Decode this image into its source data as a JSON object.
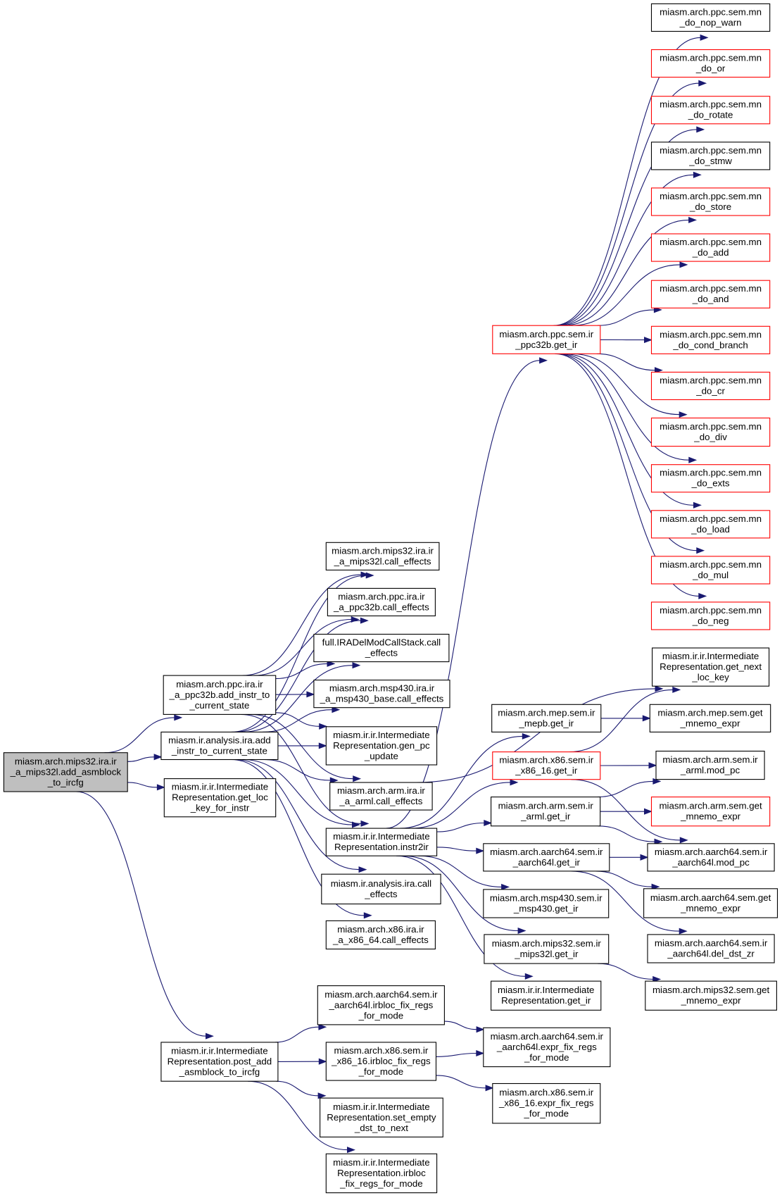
{
  "colors": {
    "edge": "#191970",
    "border": "#000000",
    "border_red": "#ff0000",
    "root_fill": "#bfbfbf"
  },
  "nodes": [
    {
      "id": "root",
      "lines": [
        "miasm.arch.mips32.ira.ir",
        "_a_mips32l.add_asmblock",
        "_to_ircfg"
      ],
      "style": "root"
    },
    {
      "id": "ppc_add",
      "lines": [
        "miasm.arch.ppc.ira.ir",
        "_a_ppc32b.add_instr_to",
        "_current_state"
      ],
      "style": "normal"
    },
    {
      "id": "ira_add",
      "lines": [
        "miasm.ir.analysis.ira.add",
        "_instr_to_current_state"
      ],
      "style": "normal"
    },
    {
      "id": "getloc",
      "lines": [
        "miasm.ir.ir.Intermediate",
        "Representation.get_loc",
        "_key_for_instr"
      ],
      "style": "normal"
    },
    {
      "id": "postadd",
      "lines": [
        "miasm.ir.ir.Intermediate",
        "Representation.post_add",
        "_asmblock_to_ircfg"
      ],
      "style": "normal"
    },
    {
      "id": "mips_ce",
      "lines": [
        "miasm.arch.mips32.ira.ir",
        "_a_mips32l.call_effects"
      ],
      "style": "normal"
    },
    {
      "id": "ppc_ce",
      "lines": [
        "miasm.arch.ppc.ira.ir",
        "_a_ppc32b.call_effects"
      ],
      "style": "normal"
    },
    {
      "id": "full_ce",
      "lines": [
        "full.IRADelModCallStack.call",
        "_effects"
      ],
      "style": "normal"
    },
    {
      "id": "msp_ce",
      "lines": [
        "miasm.arch.msp430.ira.ir",
        "_a_msp430_base.call_effects"
      ],
      "style": "normal"
    },
    {
      "id": "genpc",
      "lines": [
        "miasm.ir.ir.Intermediate",
        "Representation.gen_pc",
        "_update"
      ],
      "style": "normal"
    },
    {
      "id": "arm_ce",
      "lines": [
        "miasm.arch.arm.ira.ir",
        "_a_arml.call_effects"
      ],
      "style": "normal"
    },
    {
      "id": "instr2ir",
      "lines": [
        "miasm.ir.ir.Intermediate",
        "Representation.instr2ir"
      ],
      "style": "normal"
    },
    {
      "id": "ira_ce",
      "lines": [
        "miasm.ir.analysis.ira.call",
        "_effects"
      ],
      "style": "normal"
    },
    {
      "id": "x86_ce",
      "lines": [
        "miasm.arch.x86.ira.ir",
        "_a_x86_64.call_effects"
      ],
      "style": "normal"
    },
    {
      "id": "aarch_irb",
      "lines": [
        "miasm.arch.aarch64.sem.ir",
        "_aarch64l.irbloc_fix_regs",
        "_for_mode"
      ],
      "style": "normal"
    },
    {
      "id": "x86_irb",
      "lines": [
        "miasm.arch.x86.sem.ir",
        "_x86_16.irbloc_fix_regs",
        "_for_mode"
      ],
      "style": "normal"
    },
    {
      "id": "setempty",
      "lines": [
        "miasm.ir.ir.Intermediate",
        "Representation.set_empty",
        "_dst_to_next"
      ],
      "style": "normal"
    },
    {
      "id": "irbloc_fix",
      "lines": [
        "miasm.ir.ir.Intermediate",
        "Representation.irbloc",
        "_fix_regs_for_mode"
      ],
      "style": "normal"
    },
    {
      "id": "ppc_getir",
      "lines": [
        "miasm.arch.ppc.sem.ir",
        "_ppc32b.get_ir"
      ],
      "style": "red"
    },
    {
      "id": "mep_getir",
      "lines": [
        "miasm.arch.mep.sem.ir",
        "_mepb.get_ir"
      ],
      "style": "normal"
    },
    {
      "id": "x86_getir",
      "lines": [
        "miasm.arch.x86.sem.ir",
        "_x86_16.get_ir"
      ],
      "style": "red"
    },
    {
      "id": "arm_getir",
      "lines": [
        "miasm.arch.arm.sem.ir",
        "_arml.get_ir"
      ],
      "style": "normal"
    },
    {
      "id": "aarch_getir",
      "lines": [
        "miasm.arch.aarch64.sem.ir",
        "_aarch64l.get_ir"
      ],
      "style": "normal"
    },
    {
      "id": "msp_getir",
      "lines": [
        "miasm.arch.msp430.sem.ir",
        "_msp430.get_ir"
      ],
      "style": "normal"
    },
    {
      "id": "mips_getir",
      "lines": [
        "miasm.arch.mips32.sem.ir",
        "_mips32l.get_ir"
      ],
      "style": "normal"
    },
    {
      "id": "ir_getir",
      "lines": [
        "miasm.ir.ir.Intermediate",
        "Representation.get_ir"
      ],
      "style": "normal"
    },
    {
      "id": "aarch_expr",
      "lines": [
        "miasm.arch.aarch64.sem.ir",
        "_aarch64l.expr_fix_regs",
        "_for_mode"
      ],
      "style": "normal"
    },
    {
      "id": "x86_expr",
      "lines": [
        "miasm.arch.x86.sem.ir",
        "_x86_16.expr_fix_regs",
        "_for_mode"
      ],
      "style": "normal"
    },
    {
      "id": "nop_warn",
      "lines": [
        "miasm.arch.ppc.sem.mn",
        "_do_nop_warn"
      ],
      "style": "normal"
    },
    {
      "id": "do_or",
      "lines": [
        "miasm.arch.ppc.sem.mn",
        "_do_or"
      ],
      "style": "red"
    },
    {
      "id": "do_rotate",
      "lines": [
        "miasm.arch.ppc.sem.mn",
        "_do_rotate"
      ],
      "style": "red"
    },
    {
      "id": "do_stmw",
      "lines": [
        "miasm.arch.ppc.sem.mn",
        "_do_stmw"
      ],
      "style": "normal"
    },
    {
      "id": "do_store",
      "lines": [
        "miasm.arch.ppc.sem.mn",
        "_do_store"
      ],
      "style": "red"
    },
    {
      "id": "do_add",
      "lines": [
        "miasm.arch.ppc.sem.mn",
        "_do_add"
      ],
      "style": "red"
    },
    {
      "id": "do_and",
      "lines": [
        "miasm.arch.ppc.sem.mn",
        "_do_and"
      ],
      "style": "red"
    },
    {
      "id": "do_cond",
      "lines": [
        "miasm.arch.ppc.sem.mn",
        "_do_cond_branch"
      ],
      "style": "red"
    },
    {
      "id": "do_cr",
      "lines": [
        "miasm.arch.ppc.sem.mn",
        "_do_cr"
      ],
      "style": "red"
    },
    {
      "id": "do_div",
      "lines": [
        "miasm.arch.ppc.sem.mn",
        "_do_div"
      ],
      "style": "red"
    },
    {
      "id": "do_exts",
      "lines": [
        "miasm.arch.ppc.sem.mn",
        "_do_exts"
      ],
      "style": "red"
    },
    {
      "id": "do_load",
      "lines": [
        "miasm.arch.ppc.sem.mn",
        "_do_load"
      ],
      "style": "red"
    },
    {
      "id": "do_mul",
      "lines": [
        "miasm.arch.ppc.sem.mn",
        "_do_mul"
      ],
      "style": "red"
    },
    {
      "id": "do_neg",
      "lines": [
        "miasm.arch.ppc.sem.mn",
        "_do_neg"
      ],
      "style": "red"
    },
    {
      "id": "getnext",
      "lines": [
        "miasm.ir.ir.Intermediate",
        "Representation.get_next",
        "_loc_key"
      ],
      "style": "normal"
    },
    {
      "id": "mep_mnemo",
      "lines": [
        "miasm.arch.mep.sem.get",
        "_mnemo_expr"
      ],
      "style": "normal"
    },
    {
      "id": "arm_modpc",
      "lines": [
        "miasm.arch.arm.sem.ir",
        "_arml.mod_pc"
      ],
      "style": "normal"
    },
    {
      "id": "arm_mnemo",
      "lines": [
        "miasm.arch.arm.sem.get",
        "_mnemo_expr"
      ],
      "style": "red"
    },
    {
      "id": "aarch_modpc",
      "lines": [
        "miasm.arch.aarch64.sem.ir",
        "_aarch64l.mod_pc"
      ],
      "style": "normal"
    },
    {
      "id": "aarch_mnemo",
      "lines": [
        "miasm.arch.aarch64.sem.get",
        "_mnemo_expr"
      ],
      "style": "normal"
    },
    {
      "id": "aarch_del",
      "lines": [
        "miasm.arch.aarch64.sem.ir",
        "_aarch64l.del_dst_zr"
      ],
      "style": "normal"
    },
    {
      "id": "mips_mnemo",
      "lines": [
        "miasm.arch.mips32.sem.get",
        "_mnemo_expr"
      ],
      "style": "normal"
    }
  ],
  "edges": [
    [
      "root",
      "ppc_add"
    ],
    [
      "root",
      "ira_add"
    ],
    [
      "root",
      "getloc"
    ],
    [
      "root",
      "postadd"
    ],
    [
      "ppc_add",
      "mips_ce"
    ],
    [
      "ppc_add",
      "ppc_ce"
    ],
    [
      "ppc_add",
      "full_ce"
    ],
    [
      "ppc_add",
      "msp_ce"
    ],
    [
      "ppc_add",
      "genpc"
    ],
    [
      "ppc_add",
      "arm_ce"
    ],
    [
      "ppc_add",
      "instr2ir"
    ],
    [
      "ira_add",
      "mips_ce"
    ],
    [
      "ira_add",
      "ppc_ce"
    ],
    [
      "ira_add",
      "full_ce"
    ],
    [
      "ira_add",
      "msp_ce"
    ],
    [
      "ira_add",
      "genpc"
    ],
    [
      "ira_add",
      "arm_ce"
    ],
    [
      "ira_add",
      "instr2ir"
    ],
    [
      "ira_add",
      "ira_ce"
    ],
    [
      "ira_add",
      "x86_ce"
    ],
    [
      "arm_ce",
      "getnext"
    ],
    [
      "instr2ir",
      "ppc_getir"
    ],
    [
      "instr2ir",
      "mep_getir"
    ],
    [
      "instr2ir",
      "x86_getir"
    ],
    [
      "instr2ir",
      "arm_getir"
    ],
    [
      "instr2ir",
      "aarch_getir"
    ],
    [
      "instr2ir",
      "msp_getir"
    ],
    [
      "instr2ir",
      "mips_getir"
    ],
    [
      "instr2ir",
      "ir_getir"
    ],
    [
      "postadd",
      "aarch_irb"
    ],
    [
      "postadd",
      "x86_irb"
    ],
    [
      "postadd",
      "setempty"
    ],
    [
      "postadd",
      "irbloc_fix"
    ],
    [
      "aarch_irb",
      "aarch_expr"
    ],
    [
      "x86_irb",
      "aarch_expr"
    ],
    [
      "x86_irb",
      "x86_expr"
    ],
    [
      "ppc_getir",
      "nop_warn"
    ],
    [
      "ppc_getir",
      "do_or"
    ],
    [
      "ppc_getir",
      "do_rotate"
    ],
    [
      "ppc_getir",
      "do_stmw"
    ],
    [
      "ppc_getir",
      "do_store"
    ],
    [
      "ppc_getir",
      "do_add"
    ],
    [
      "ppc_getir",
      "do_and"
    ],
    [
      "ppc_getir",
      "do_cond"
    ],
    [
      "ppc_getir",
      "do_cr"
    ],
    [
      "ppc_getir",
      "do_div"
    ],
    [
      "ppc_getir",
      "do_exts"
    ],
    [
      "ppc_getir",
      "do_load"
    ],
    [
      "ppc_getir",
      "do_mul"
    ],
    [
      "ppc_getir",
      "do_neg"
    ],
    [
      "mep_getir",
      "mep_mnemo"
    ],
    [
      "x86_getir",
      "getnext"
    ],
    [
      "x86_getir",
      "arm_modpc"
    ],
    [
      "x86_getir",
      "aarch_modpc"
    ],
    [
      "arm_getir",
      "arm_modpc"
    ],
    [
      "arm_getir",
      "arm_mnemo"
    ],
    [
      "arm_getir",
      "aarch_modpc"
    ],
    [
      "aarch_getir",
      "aarch_modpc"
    ],
    [
      "aarch_getir",
      "aarch_mnemo"
    ],
    [
      "aarch_getir",
      "aarch_del"
    ],
    [
      "mips_getir",
      "mips_mnemo"
    ]
  ]
}
